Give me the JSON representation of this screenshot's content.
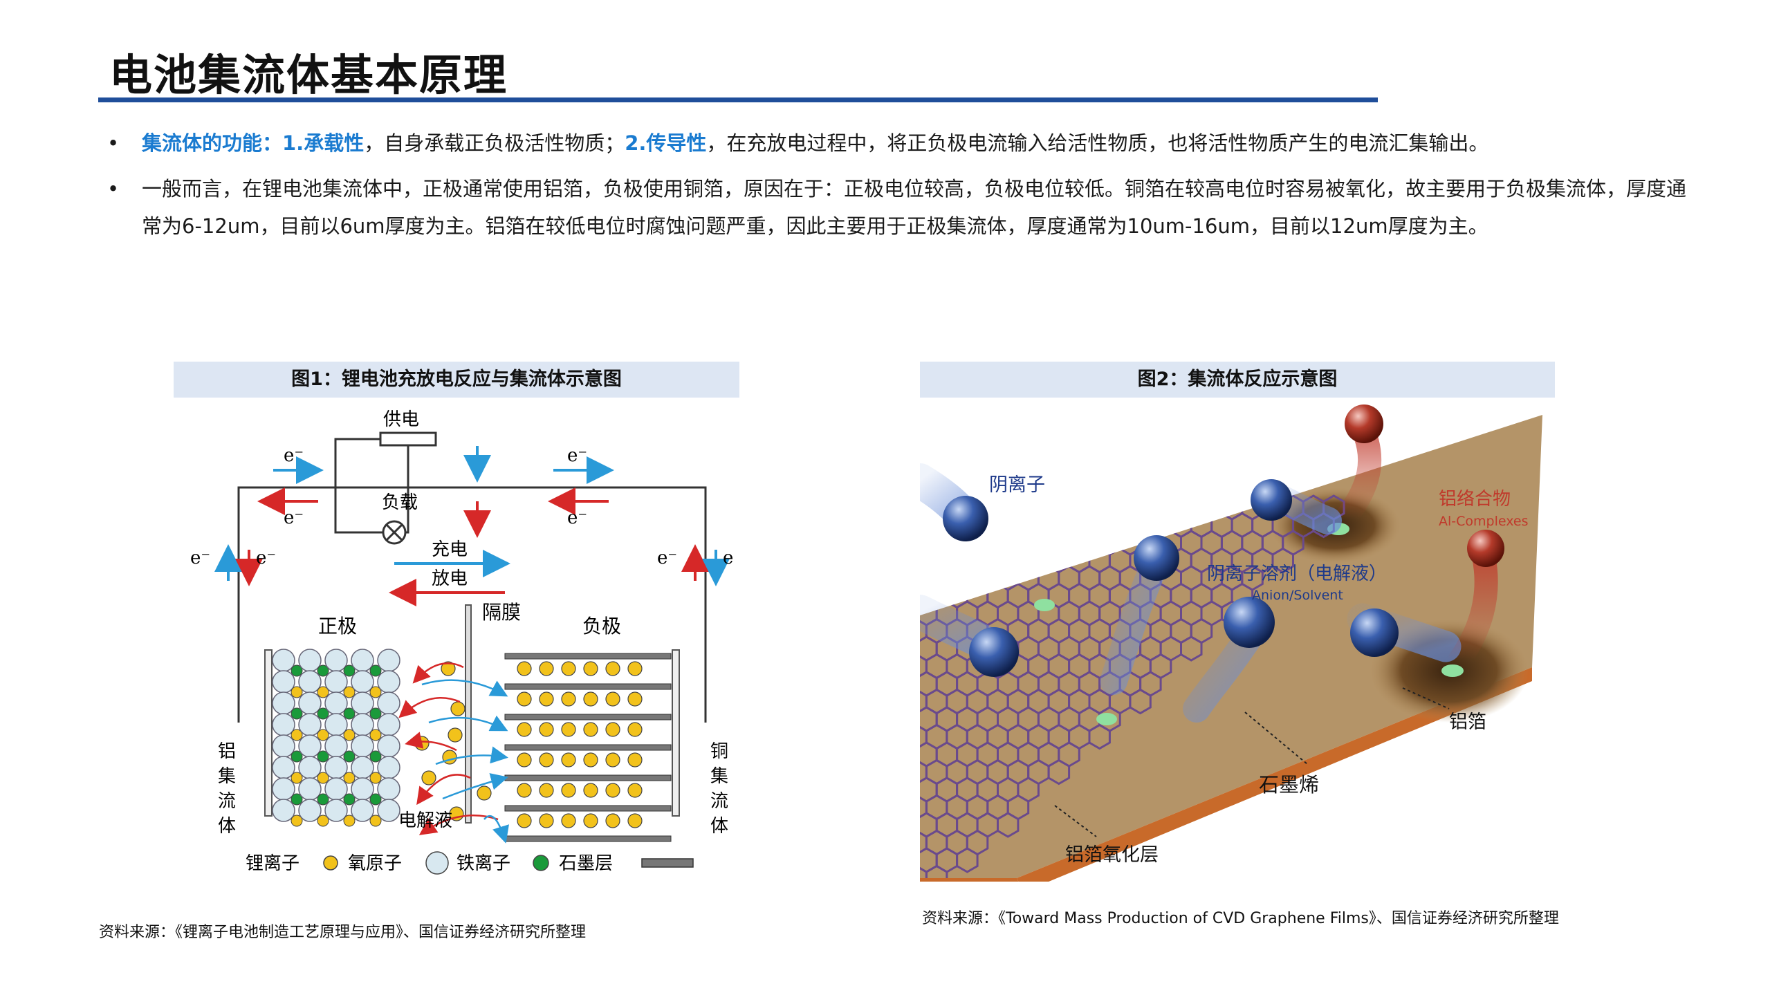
{
  "title": "电池集流体基本原理",
  "bullets": [
    {
      "parts": [
        {
          "text": "集流体的功能：1.承载性",
          "style": "blue"
        },
        {
          "text": "，自身承载正负极活性物质；",
          "style": ""
        },
        {
          "text": "2.传导性",
          "style": "blue"
        },
        {
          "text": "，在充放电过程中，将正负极电流输入给活性物质，也将活性物质产生的电流汇集输出。",
          "style": ""
        }
      ]
    },
    {
      "parts": [
        {
          "text": "一般而言，在锂电池集流体中，正极通常使用铝箔，负极使用铜箔，原因在于：正极电位较高，负极电位较低。铜箔在较高电位时容易被氧化，故主要用于负极集流体，厚度通常为6-12um，目前以6um厚度为主。铝箔在较低电位时腐蚀问题严重，因此主要用于正极集流体，厚度通常为10um-16um，目前以12um厚度为主。",
          "style": ""
        }
      ]
    }
  ],
  "fig1": {
    "caption": "图1：锂电池充放电反应与集流体示意图",
    "labels": {
      "supply": "供电",
      "load": "负载",
      "electron": "e⁻",
      "charge": "充电",
      "discharge": "放电",
      "separator": "隔膜",
      "cathode": "正极",
      "anode": "负极",
      "al_collector": "铝集流体",
      "cu_collector": "铜集流体",
      "electrolyte": "电解液"
    },
    "legend": [
      {
        "label": "锂离子",
        "swatch": "#f2c21b"
      },
      {
        "label": "氧原子",
        "swatch": "#d8e8f0"
      },
      {
        "label": "铁离子",
        "swatch": "#1a9a3a"
      },
      {
        "label": "石墨层",
        "swatch": "#777777"
      }
    ],
    "source": "资料来源：《锂离子电池制造工艺原理与应用》、国信证券经济研究所整理"
  },
  "fig2": {
    "caption": "图2：集流体反应示意图",
    "labels": {
      "anion": "阴离子",
      "complex": "铝络合物",
      "complex_en": "Al-Complexes",
      "solvent": "阴离子溶剂（电解液）",
      "solvent_en": "Anion/Solvent",
      "al_foil": "铝箔",
      "graphene": "石墨烯",
      "oxide": "铝箔氧化层"
    },
    "source": "资料来源：《Toward Mass Production of CVD Graphene Films》、国信证券经济研究所整理"
  },
  "colors": {
    "accent": "#1f4e9a",
    "highlight": "#1a7bd0",
    "caption_bg": "#dde6f3"
  }
}
